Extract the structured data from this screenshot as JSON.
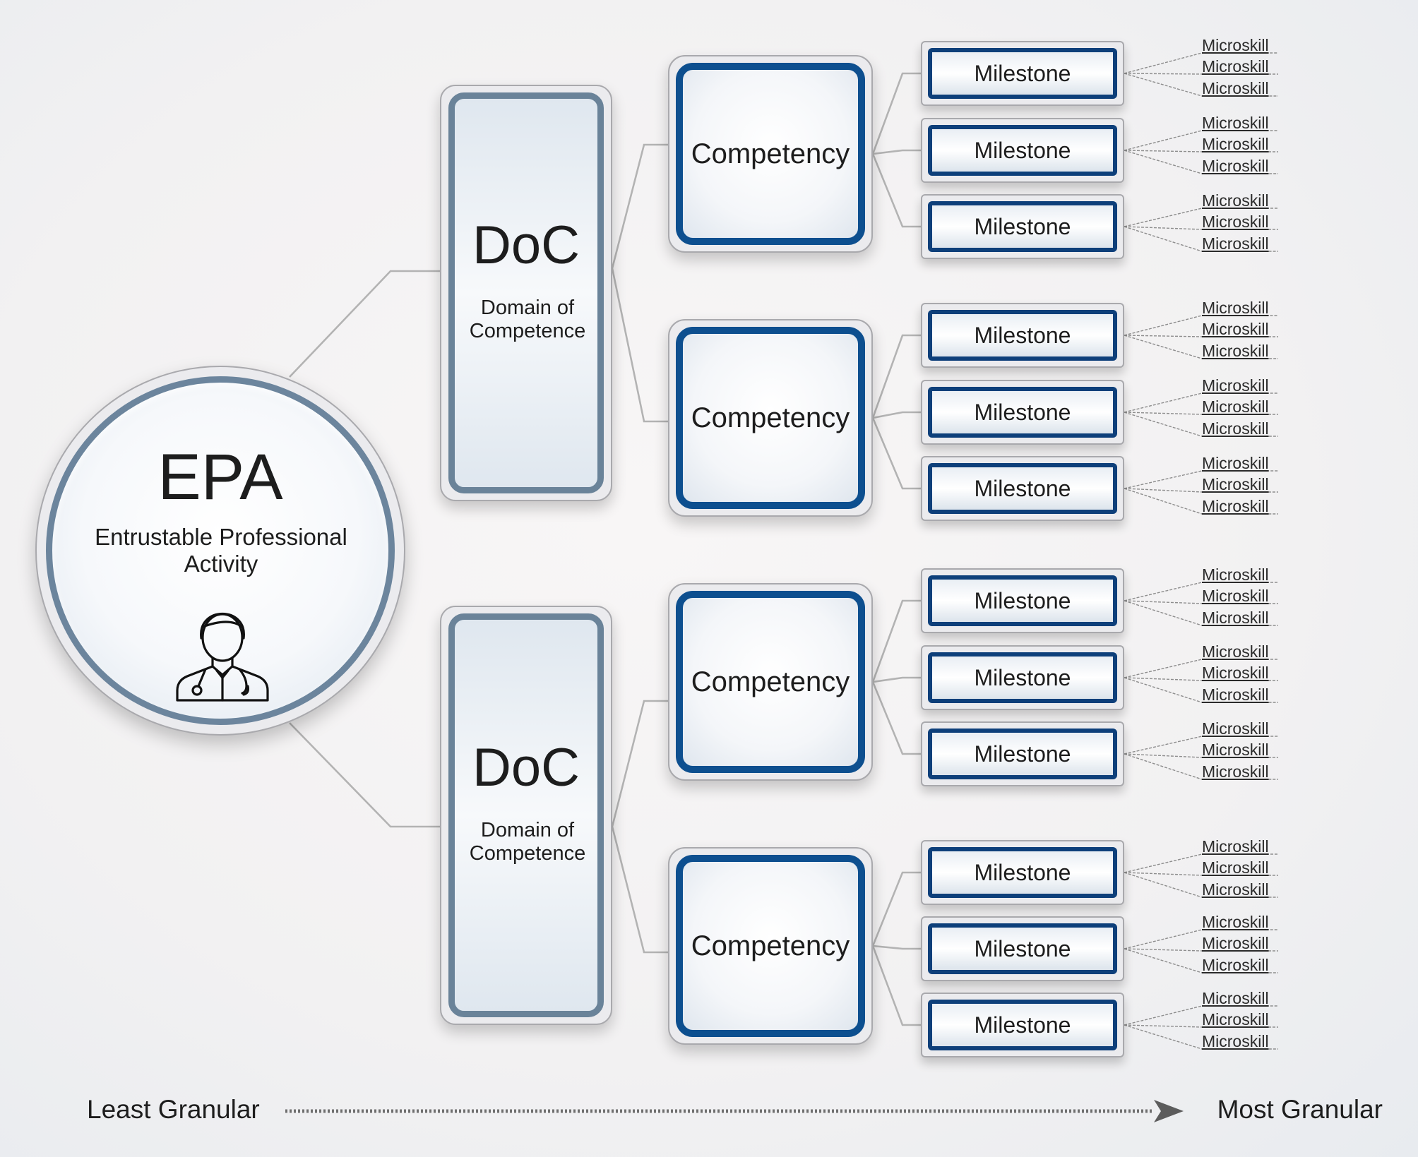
{
  "epa": {
    "title": "EPA",
    "subtitle": "Entrustable Professional Activity",
    "icon": "doctor-icon"
  },
  "domains": [
    {
      "title": "DoC",
      "subtitle": "Domain of Competence",
      "competencies": [
        {
          "label": "Competency",
          "milestones": [
            {
              "label": "Milestone",
              "microskills": [
                "Microskill",
                "Microskill",
                "Microskill"
              ]
            },
            {
              "label": "Milestone",
              "microskills": [
                "Microskill",
                "Microskill",
                "Microskill"
              ]
            },
            {
              "label": "Milestone",
              "microskills": [
                "Microskill",
                "Microskill",
                "Microskill"
              ]
            }
          ]
        },
        {
          "label": "Competency",
          "milestones": [
            {
              "label": "Milestone",
              "microskills": [
                "Microskill",
                "Microskill",
                "Microskill"
              ]
            },
            {
              "label": "Milestone",
              "microskills": [
                "Microskill",
                "Microskill",
                "Microskill"
              ]
            },
            {
              "label": "Milestone",
              "microskills": [
                "Microskill",
                "Microskill",
                "Microskill"
              ]
            }
          ]
        }
      ]
    },
    {
      "title": "DoC",
      "subtitle": "Domain of Competence",
      "competencies": [
        {
          "label": "Competency",
          "milestones": [
            {
              "label": "Milestone",
              "microskills": [
                "Microskill",
                "Microskill",
                "Microskill"
              ]
            },
            {
              "label": "Milestone",
              "microskills": [
                "Microskill",
                "Microskill",
                "Microskill"
              ]
            },
            {
              "label": "Milestone",
              "microskills": [
                "Microskill",
                "Microskill",
                "Microskill"
              ]
            }
          ]
        },
        {
          "label": "Competency",
          "milestones": [
            {
              "label": "Milestone",
              "microskills": [
                "Microskill",
                "Microskill",
                "Microskill"
              ]
            },
            {
              "label": "Milestone",
              "microskills": [
                "Microskill",
                "Microskill",
                "Microskill"
              ]
            },
            {
              "label": "Milestone",
              "microskills": [
                "Microskill",
                "Microskill",
                "Microskill"
              ]
            }
          ]
        }
      ]
    }
  ],
  "granularity": {
    "least": "Least Granular",
    "most": "Most Granular"
  },
  "colors": {
    "competency_border": "#0d4f8f",
    "milestone_border": "#0d3f7a",
    "doc_border": "#6a8399",
    "epa_border": "#6c859d",
    "connector": "#b3b3b3"
  }
}
